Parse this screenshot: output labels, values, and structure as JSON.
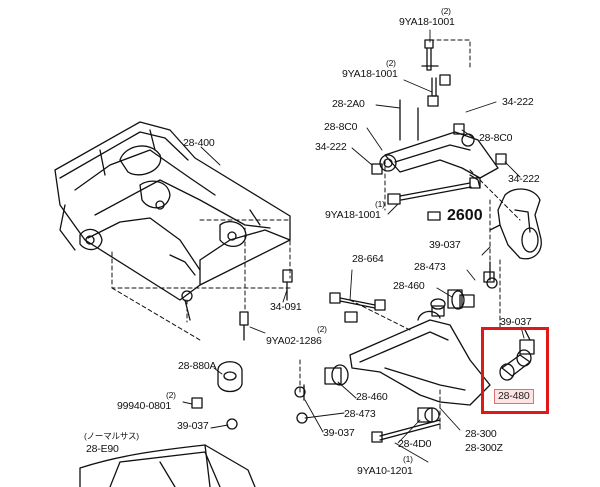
{
  "labels": {
    "bolt_9ya18_top": "9YA18-1001",
    "qty_bolt_top": "(2)",
    "qty_bolt_2": "(2)",
    "bolt_9ya18_2": "9YA18-1001",
    "part_28_2a0": "28-2A0",
    "part_34_222_right": "34-222",
    "part_28_8c0_left": "28-8C0",
    "part_28_8c0_right": "28-8C0",
    "part_34_222_left": "34-222",
    "part_34_222_right2": "34-222",
    "part_28_400": "28-400",
    "qty_bolt_3": "(1)",
    "bolt_9ya18_3": "9YA18-1001",
    "ref_2600": "2600",
    "part_39_037_top": "39-037",
    "part_28_664": "28-664",
    "part_28_473_top": "28-473",
    "part_28_460_top": "28-460",
    "part_34_091": "34-091",
    "qty_9ya02": "(2)",
    "bolt_9ya02": "9YA02-1286",
    "part_39_037_right": "39-037",
    "part_28_880a": "28-880A",
    "qty_99940": "(2)",
    "bolt_99940": "99940-0801",
    "part_28_460_bottom": "28-460",
    "part_28_473_bottom": "28-473",
    "part_39_037_left": "39-037",
    "part_39_037_bottom": "39-037",
    "part_28_4d0": "28-4D0",
    "part_28_300": "28-300",
    "part_28_300z": "28-300Z",
    "qty_9ya10": "(1)",
    "bolt_9ya10": "9YA10-1201",
    "note_normal": "(ノーマルサス)",
    "part_28_e90": "28-E90",
    "highlight_part": "28-480"
  },
  "colors": {
    "line": "#111111",
    "highlight": "#e01818"
  }
}
